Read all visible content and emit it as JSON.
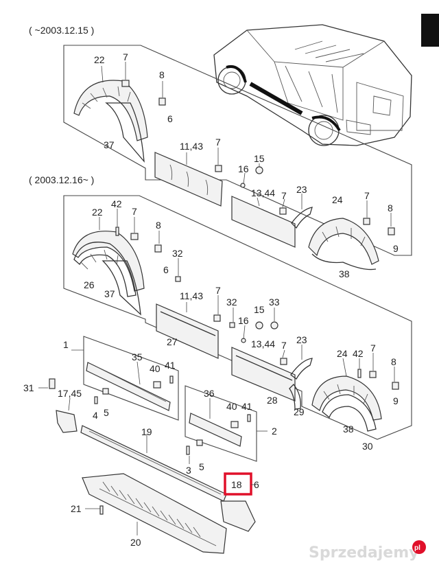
{
  "headers": {
    "period_1": "( ~2003.12.15 )",
    "period_2": "( 2003.12.16~ )"
  },
  "highlight": {
    "label": "18",
    "color": "#e0102a"
  },
  "watermark": {
    "brand": "Sprzedajemy",
    "suffix": "pl"
  },
  "colors": {
    "line": "#333333",
    "tab": "#111111"
  },
  "labels": [
    "22",
    "7",
    "8",
    "6",
    "37",
    "11,43",
    "7",
    "16",
    "15",
    "13,44",
    "7",
    "23",
    "24",
    "7",
    "8",
    "9",
    "38",
    "22",
    "42",
    "7",
    "8",
    "6",
    "26",
    "37",
    "32",
    "11,43",
    "7",
    "32",
    "16",
    "15",
    "33",
    "13,44",
    "27",
    "7",
    "23",
    "24",
    "42",
    "7",
    "8",
    "9",
    "38",
    "28",
    "29",
    "30",
    "1",
    "35",
    "40",
    "41",
    "31",
    "17,45",
    "4",
    "5",
    "36",
    "40",
    "41",
    "2",
    "19",
    "3",
    "5",
    "6",
    "21",
    "20"
  ]
}
